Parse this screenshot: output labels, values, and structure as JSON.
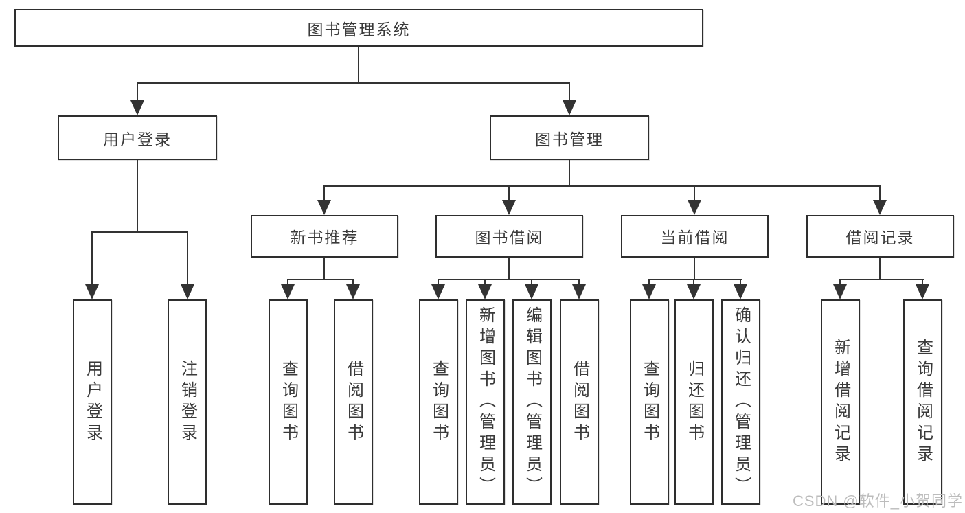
{
  "tree": {
    "label": "图书管理系统",
    "children": [
      {
        "label": "用户登录",
        "children": [
          {
            "label": "用户登录"
          },
          {
            "label": "注销登录"
          }
        ]
      },
      {
        "label": "图书管理",
        "children": [
          {
            "label": "新书推荐",
            "children": [
              {
                "label": "查询图书"
              },
              {
                "label": "借阅图书"
              }
            ]
          },
          {
            "label": "图书借阅",
            "children": [
              {
                "label": "查询图书"
              },
              {
                "label": "新增图书（管理员）"
              },
              {
                "label": "编辑图书（管理员）"
              },
              {
                "label": "借阅图书"
              }
            ]
          },
          {
            "label": "当前借阅",
            "children": [
              {
                "label": "查询图书"
              },
              {
                "label": "归还图书"
              },
              {
                "label": "确认归还（管理员）"
              }
            ]
          },
          {
            "label": "借阅记录",
            "children": [
              {
                "label": "新增借阅记录"
              },
              {
                "label": "查询借阅记录"
              }
            ]
          }
        ]
      }
    ]
  },
  "watermark": "CSDN @软件_小贺同学",
  "colors": {
    "line": "#333333",
    "box_border": "#2e2e2e",
    "box_fill": "#ffffff",
    "text": "#3a3a3a",
    "watermark": "#bcbcbc",
    "background": "#ffffff"
  }
}
